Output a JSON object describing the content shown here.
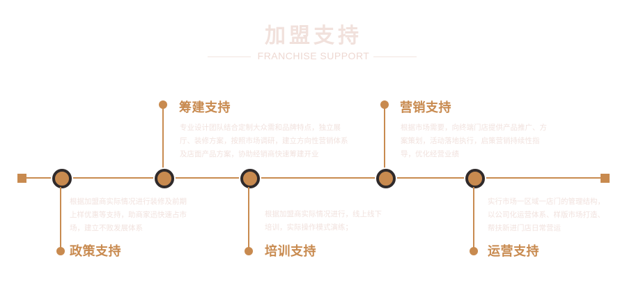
{
  "header": {
    "title": "加盟支持",
    "subtitle": "FRANCHISE SUPPORT"
  },
  "colors": {
    "accent": "#c88a4f",
    "node_ring": "#2f2a2b",
    "title": "#f1e1dc",
    "faint_text": "#f1e2de"
  },
  "items": [
    {
      "label": "政策支持",
      "desc": "根据加盟商实际情况进行装修及前期上样优惠等支持，助商家迅快速占市场，建立不败发展体系"
    },
    {
      "label": "筹建支持",
      "desc": "专业设计团队结合定制大众需和品牌特点，独立展厅、装修方案，按照市场调研，建立方向性营销体系及店面产品方案，协助经销商快速筹建开业"
    },
    {
      "label": "培训支持",
      "desc": "根据加盟商实际情况进行，线上线下培训，实际操作模式演练；"
    },
    {
      "label": "营销支持",
      "desc": "根据市场需要，向终端门店提供产品推广、方案策划，活动落地执行，启策营销持续性指导，优化经营业绩"
    },
    {
      "label": "运营支持",
      "desc": "实行市场一区域一店门的管理结构，以公司化运营体系、样版市场打造、帮扶新进门店日常营运"
    }
  ]
}
